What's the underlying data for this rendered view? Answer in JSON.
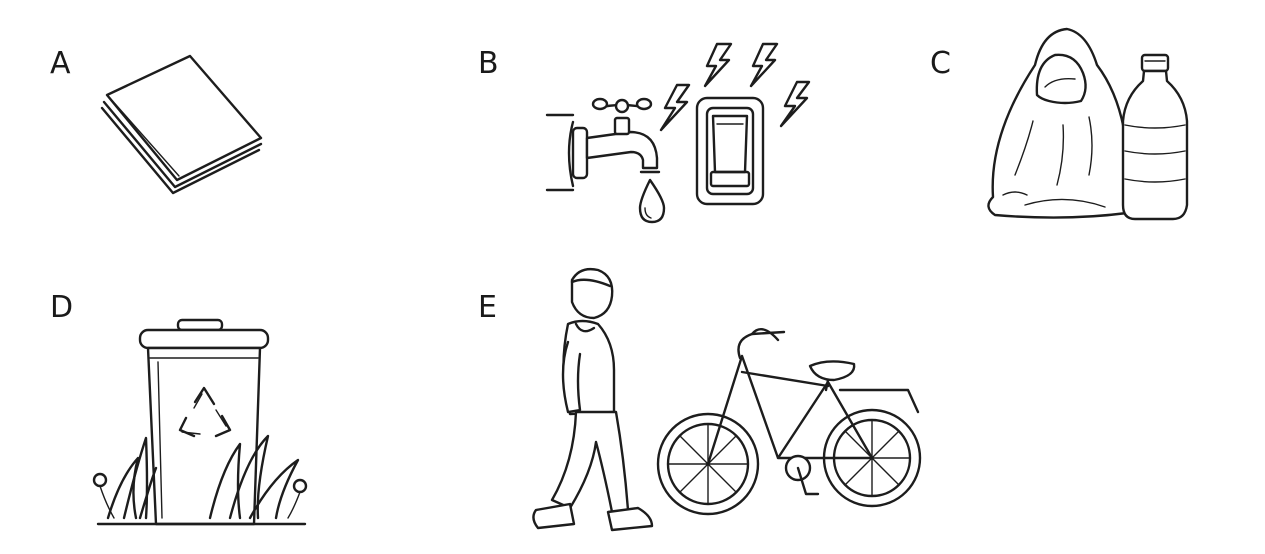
{
  "panels": [
    {
      "label": "A",
      "icon": "paper-stack-icon"
    },
    {
      "label": "B",
      "icon": "water-and-electricity-icon"
    },
    {
      "label": "C",
      "icon": "plastic-bag-and-bottle-icon"
    },
    {
      "label": "D",
      "icon": "recycling-bin-icon"
    },
    {
      "label": "E",
      "icon": "walking-and-bicycle-icon"
    }
  ],
  "colors": {
    "ink": "#1d1d1d",
    "background": "#ffffff"
  }
}
